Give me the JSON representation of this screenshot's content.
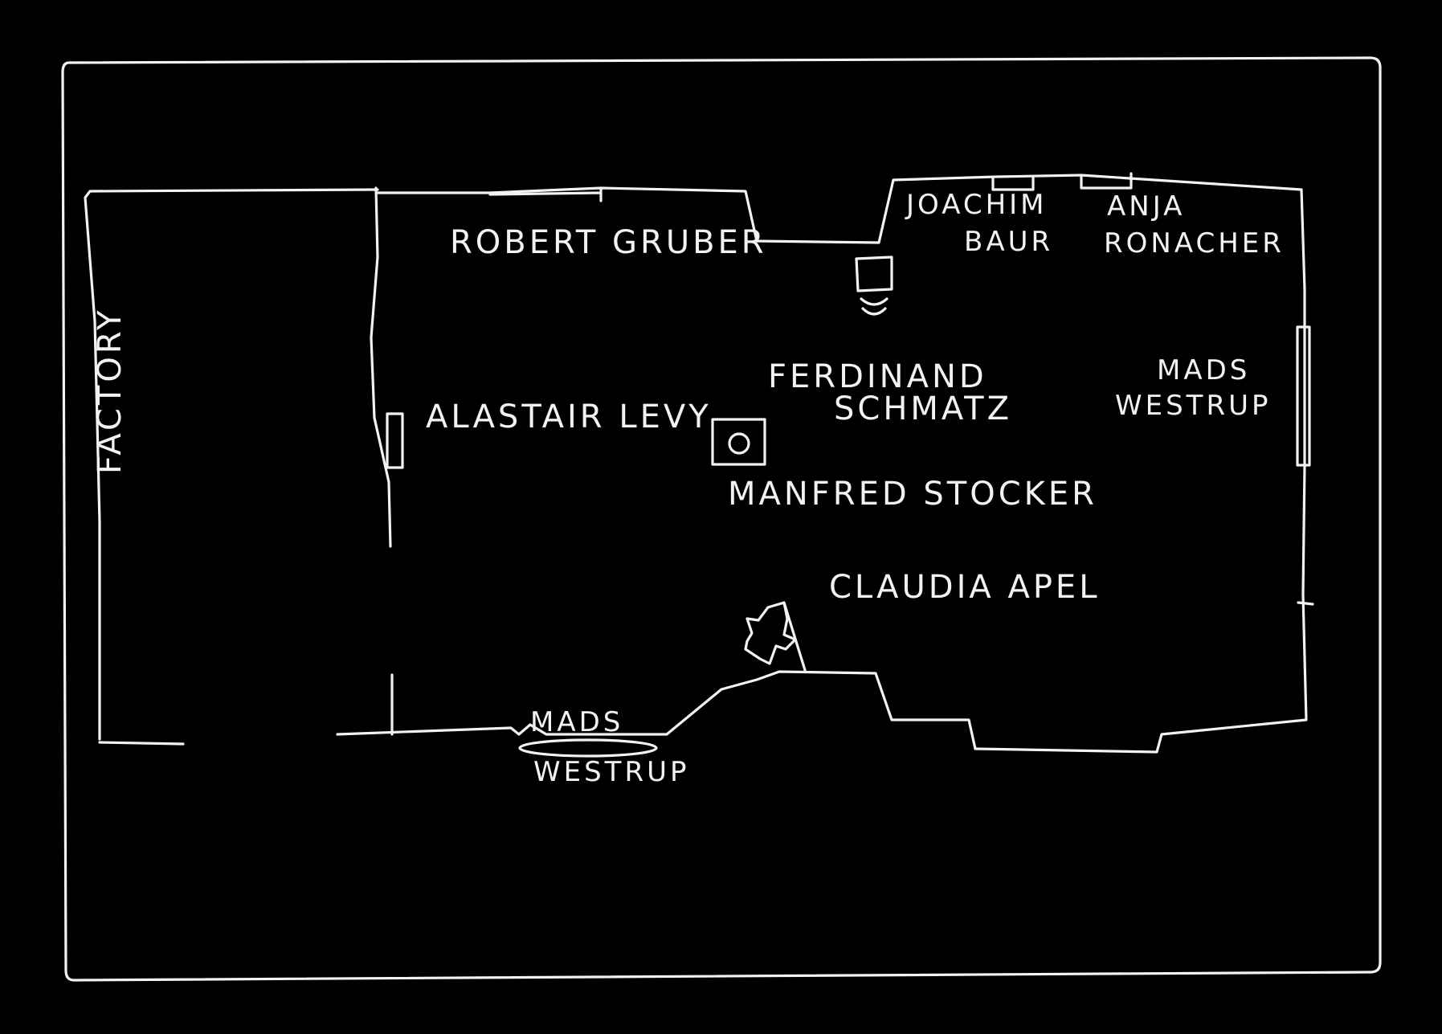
{
  "colors": {
    "background": "#000000",
    "ink": "#f2f2f2"
  },
  "plan": {
    "factory": "FACTORY",
    "artists": {
      "robert_gruber": "ROBERT GRUBER",
      "joachim_baur_1": "JOACHIM",
      "joachim_baur_2": "BAUR",
      "anja_ronacher_1": "ANJA",
      "anja_ronacher_2": "RONACHER",
      "ferdinand_schmatz_1": "FERDINAND",
      "ferdinand_schmatz_2": "SCHMATZ",
      "mads_westrup_right_1": "MADS",
      "mads_westrup_right_2": "WESTRUP",
      "alastair_levy": "ALASTAIR LEVY",
      "manfred_stocker": "MANFRED STOCKER",
      "claudia_apel": "CLAUDIA APEL",
      "mads_westrup_bottom_1": "MADS",
      "mads_westrup_bottom_2": "WESTRUP"
    }
  }
}
